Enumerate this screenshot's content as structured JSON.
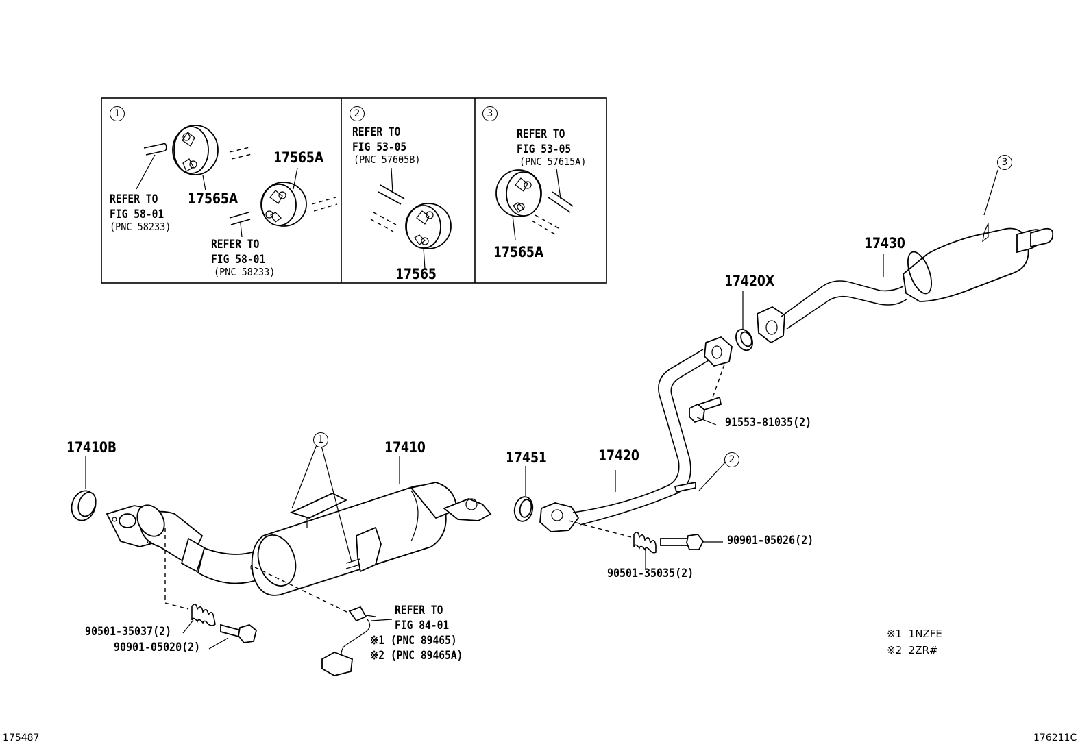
{
  "inset": {
    "panel1": {
      "number": "1",
      "label_top": "17565A",
      "label_mid": "17565A",
      "ref1": {
        "line1": "REFER TO",
        "line2": "FIG 58-01",
        "pnc": "(PNC 58233)"
      },
      "ref2": {
        "line1": "REFER TO",
        "line2": "FIG 58-01",
        "pnc": "(PNC 58233)"
      }
    },
    "panel2": {
      "number": "2",
      "ref": {
        "line1": "REFER TO",
        "line2": "FIG 53-05",
        "pnc": "(PNC 57605B)"
      },
      "label": "17565"
    },
    "panel3": {
      "number": "3",
      "ref": {
        "line1": "REFER TO",
        "line2": "FIG 53-05",
        "pnc": "(PNC 57615A)"
      },
      "label": "17565A"
    }
  },
  "parts": {
    "p17410B": "17410B",
    "p17410": "17410",
    "p17451": "17451",
    "p17420": "17420",
    "p17420X": "17420X",
    "p17430": "17430",
    "bolt_91553": "91553-81035(2)",
    "bolt_90901_026": "90901-05026(2)",
    "spring_90501_035": "90501-35035(2)",
    "spring_90501_037": "90501-35037(2)",
    "bolt_90901_020": "90901-05020(2)"
  },
  "callouts": {
    "c1": "1",
    "c2": "2",
    "c3": "3"
  },
  "sensor_ref": {
    "line1": "REFER TO",
    "line2": "FIG 84-01",
    "line3": "※1 (PNC 89465)",
    "line4": "※2 (PNC 89465A)"
  },
  "notes": {
    "n1": "※1  1NZFE",
    "n2": "※2  2ZR#"
  },
  "footer": {
    "left": "175487",
    "right": "176211C"
  }
}
